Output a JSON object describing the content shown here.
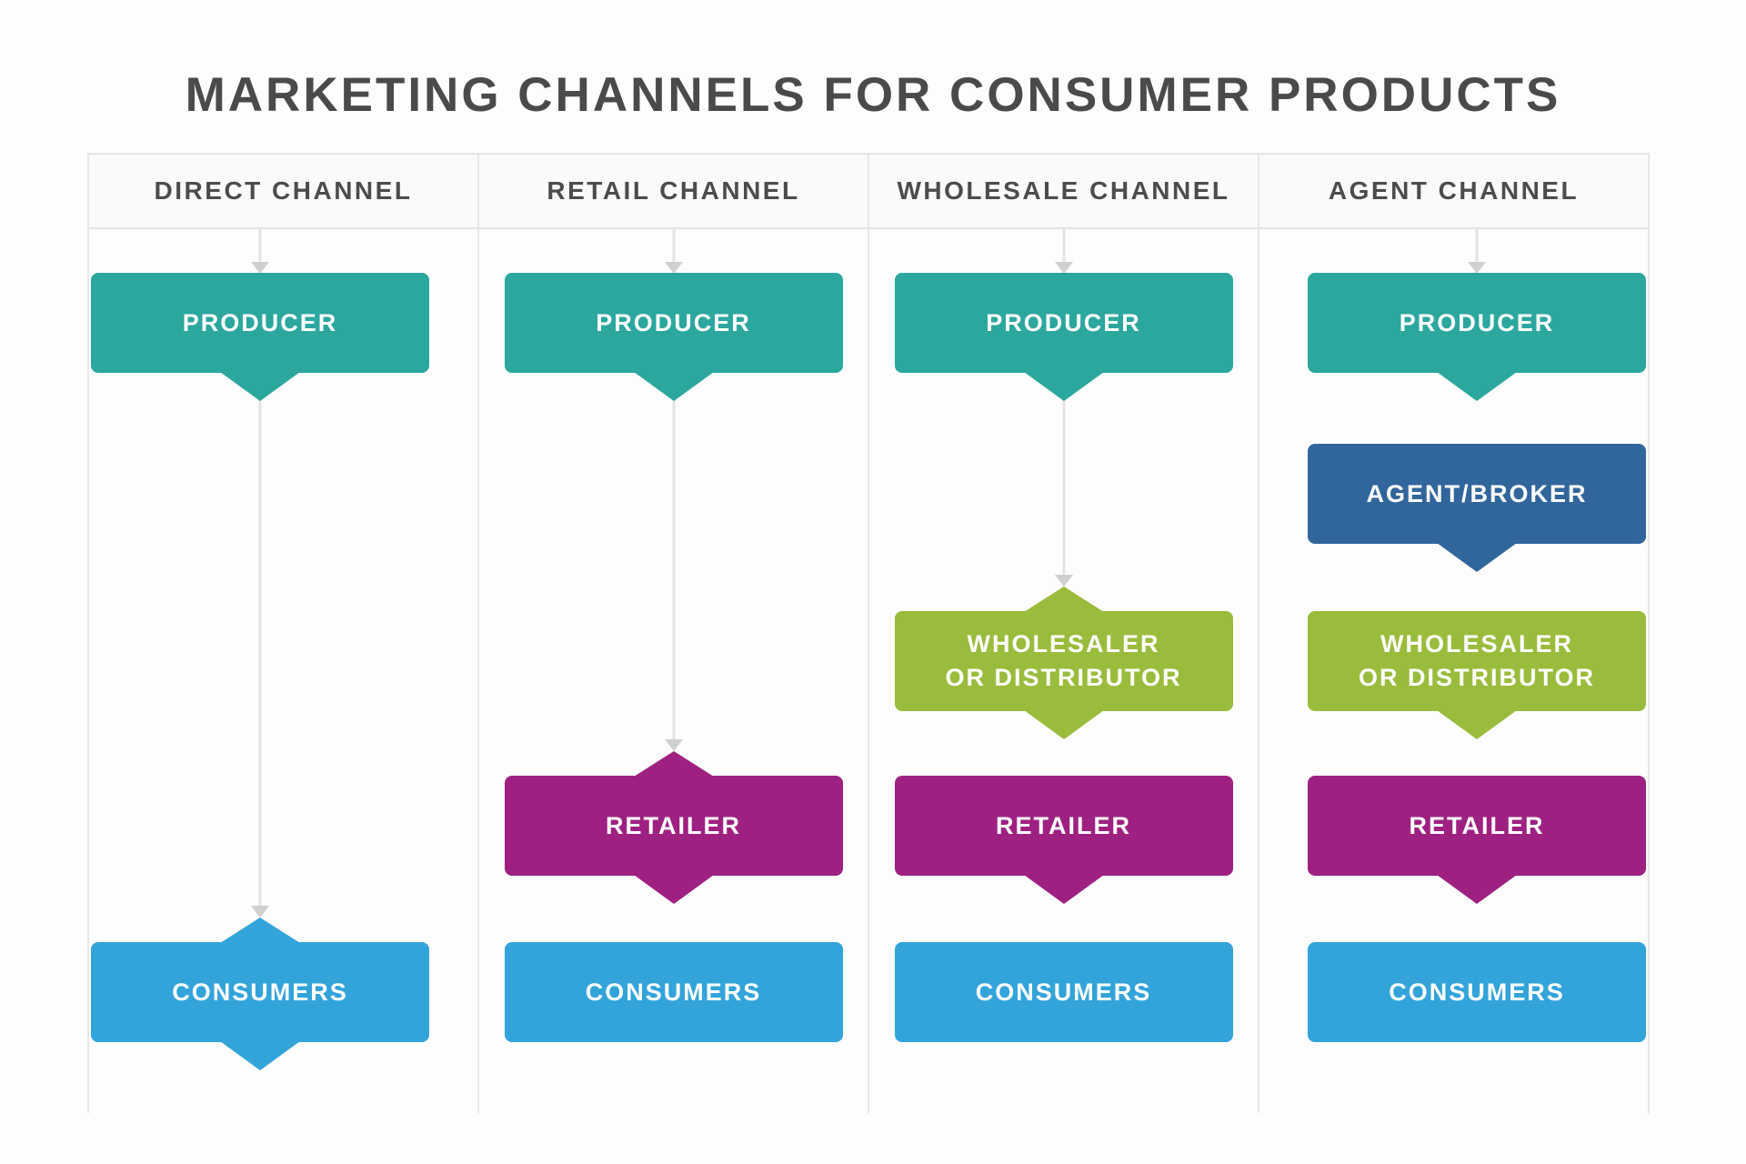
{
  "title": "MARKETING CHANNELS FOR CONSUMER PRODUCTS",
  "colors": {
    "teal": "#2ba79e",
    "blue": "#31669c",
    "green": "#9abc3c",
    "magenta": "#9e2182",
    "light_blue": "#32a4da"
  },
  "columns": [
    {
      "id": "direct",
      "header": "DIRECT CHANNEL",
      "align": "left",
      "nodes": [
        {
          "id": "producer",
          "label": "PRODUCER",
          "color": "teal",
          "row": "producer",
          "arrow_down": true,
          "peak_up": false
        },
        {
          "id": "consumers",
          "label": "CONSUMERS",
          "color": "light_blue",
          "row": "consumers",
          "arrow_down": true,
          "peak_up": true
        }
      ],
      "connector": {
        "from": "producer",
        "to": "consumers"
      }
    },
    {
      "id": "retail",
      "header": "RETAIL CHANNEL",
      "align": "center",
      "nodes": [
        {
          "id": "producer",
          "label": "PRODUCER",
          "color": "teal",
          "row": "producer",
          "arrow_down": true,
          "peak_up": false
        },
        {
          "id": "retailer",
          "label": "RETAILER",
          "color": "magenta",
          "row": "retailer",
          "arrow_down": true,
          "peak_up": true
        },
        {
          "id": "consumers",
          "label": "CONSUMERS",
          "color": "light_blue",
          "row": "consumers",
          "arrow_down": false,
          "peak_up": false
        }
      ],
      "connector": {
        "from": "producer",
        "to": "retailer"
      }
    },
    {
      "id": "wholesale",
      "header": "WHOLESALE CHANNEL",
      "align": "center",
      "nodes": [
        {
          "id": "producer",
          "label": "PRODUCER",
          "color": "teal",
          "row": "producer",
          "arrow_down": true,
          "peak_up": false
        },
        {
          "id": "wholesaler",
          "label": "WHOLESALER\nOR DISTRIBUTOR",
          "color": "green",
          "row": "wholesaler",
          "arrow_down": true,
          "peak_up": true
        },
        {
          "id": "retailer",
          "label": "RETAILER",
          "color": "magenta",
          "row": "retailer",
          "arrow_down": true,
          "peak_up": false
        },
        {
          "id": "consumers",
          "label": "CONSUMERS",
          "color": "light_blue",
          "row": "consumers",
          "arrow_down": false,
          "peak_up": false
        }
      ],
      "connector": {
        "from": "producer",
        "to": "wholesaler"
      }
    },
    {
      "id": "agent",
      "header": "AGENT CHANNEL",
      "align": "right",
      "nodes": [
        {
          "id": "producer",
          "label": "PRODUCER",
          "color": "teal",
          "row": "producer",
          "arrow_down": true,
          "peak_up": false
        },
        {
          "id": "agent_broker",
          "label": "AGENT/BROKER",
          "color": "blue",
          "row": "agent",
          "arrow_down": true,
          "peak_up": false
        },
        {
          "id": "wholesaler",
          "label": "WHOLESALER\nOR DISTRIBUTOR",
          "color": "green",
          "row": "wholesaler",
          "arrow_down": true,
          "peak_up": false
        },
        {
          "id": "retailer",
          "label": "RETAILER",
          "color": "magenta",
          "row": "retailer",
          "arrow_down": true,
          "peak_up": false
        },
        {
          "id": "consumers",
          "label": "CONSUMERS",
          "color": "light_blue",
          "row": "consumers",
          "arrow_down": false,
          "peak_up": false
        }
      ]
    }
  ]
}
